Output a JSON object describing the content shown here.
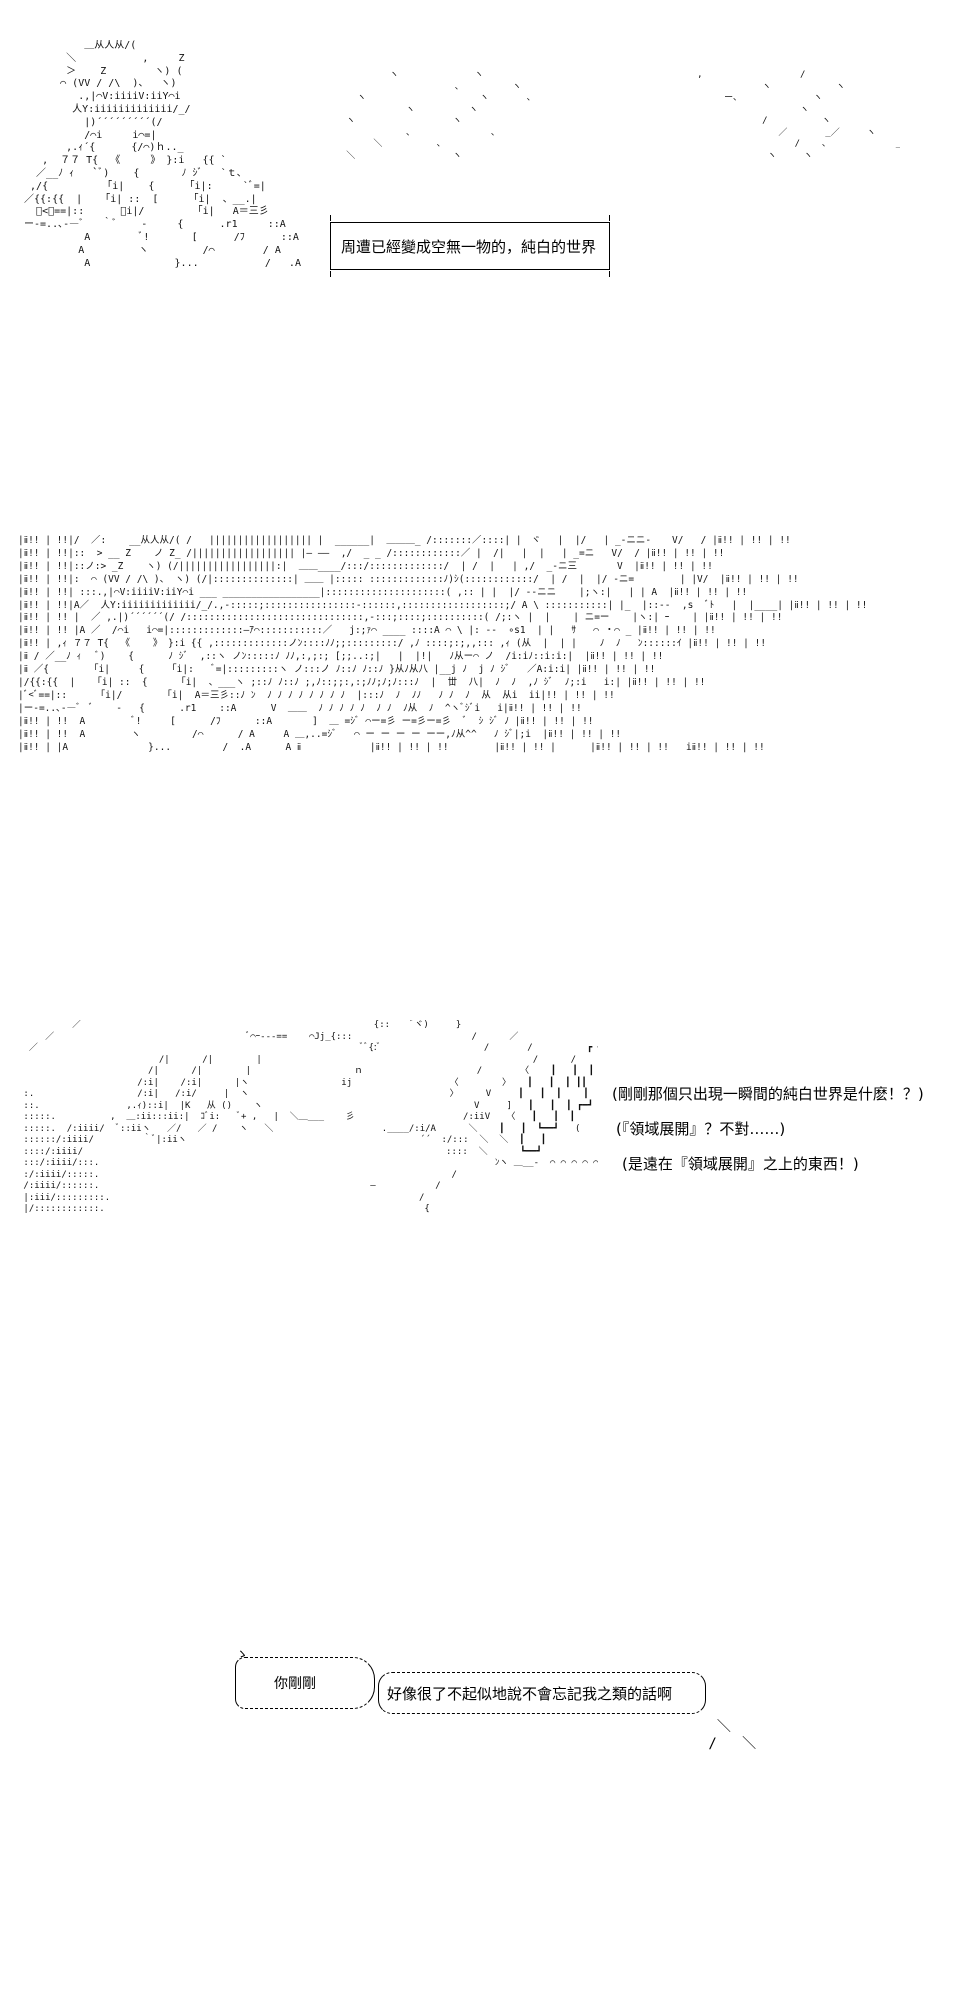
{
  "panel1": {
    "caption": "周遭已經變成空無一物的，純白的世界"
  },
  "panel3": {
    "thought_1": "(剛剛那個只出現一瞬間的純白世界是什麽！？)",
    "thought_2": "(『領域展開』？不對……)",
    "thought_3": "(是遠在『領域展開』之上的東西！)"
  },
  "panel4": {
    "bubble_left": "你剛剛",
    "bubble_right": "好像很了不起似地說不會忘記我之類的話啊"
  }
}
